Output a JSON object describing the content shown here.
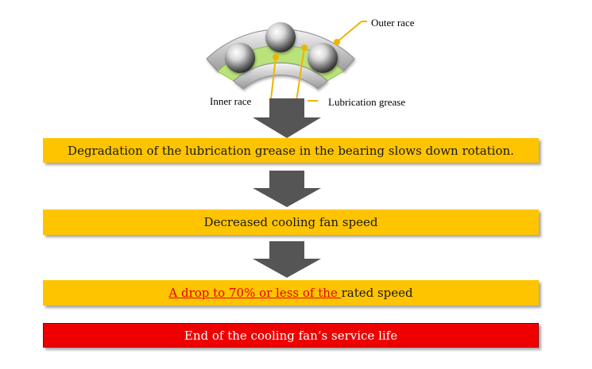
{
  "labels": {
    "outer_race": "Outer race",
    "inner_race": "Inner race",
    "lubrication_grease": "Lubrication grease"
  },
  "steps": [
    {
      "text": "Degradation of the lubrication grease in the bearing slows down rotation."
    },
    {
      "text": "Decreased cooling fan speed"
    },
    {
      "highlight": "A drop to 70% or less of the ",
      "text": "rated speed"
    },
    {
      "text": "End of the cooling fan’s service life"
    }
  ],
  "colors": {
    "step_fill": "#ffc400",
    "final_fill": "#ee0000",
    "highlight_text": "#e30000",
    "arrow": "#555555",
    "grease": "#b9e27a",
    "callout_line": "#f0b400"
  }
}
